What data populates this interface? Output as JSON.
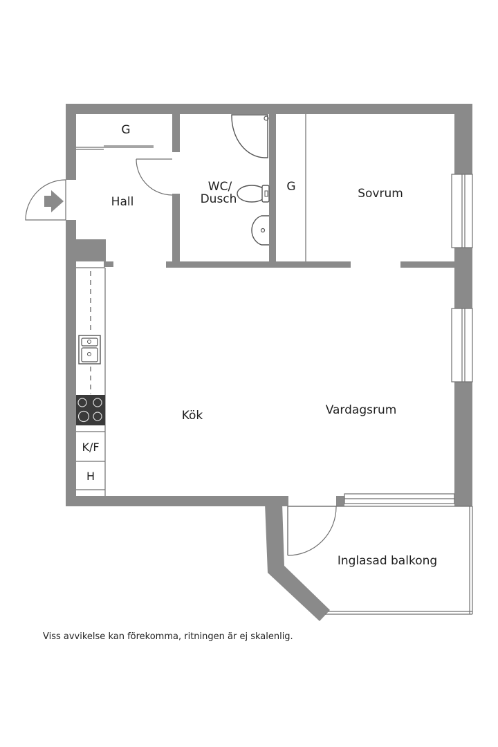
{
  "rooms": {
    "hall": "Hall",
    "wc_dusch_line1": "WC/",
    "wc_dusch_line2": "Dusch",
    "sovrum": "Sovrum",
    "kok": "Kök",
    "vardagsrum": "Vardagsrum",
    "balkong": "Inglasad balkong",
    "closet_hall": "G",
    "closet_sovrum": "G"
  },
  "appliances": {
    "fridge_freezer": "K/F",
    "cabinet": "H"
  },
  "icons": [
    "entrance-arrow-icon",
    "shower-icon",
    "toilet-icon",
    "washbasin-icon",
    "sink-icon",
    "stove-icon"
  ],
  "colors": {
    "wall": "#8a8a8a",
    "line": "#6f6f6f",
    "text": "#1f1f1f"
  },
  "disclaimer": "Viss avvikelse kan förekomma, ritningen är ej skalenlig."
}
